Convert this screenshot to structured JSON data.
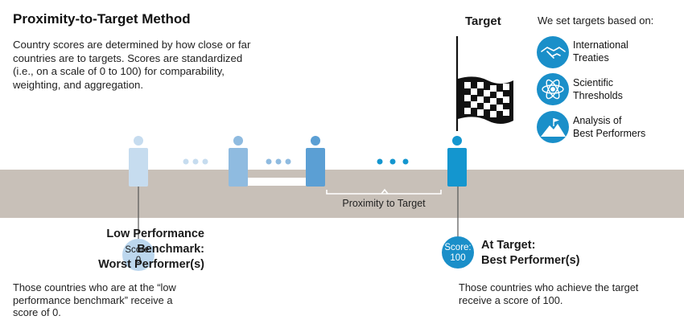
{
  "header": {
    "title": "Proximity-to-Target Method",
    "description": "Country scores are determined by how close or far countries are to targets. Scores are standardized (i.e., on a scale of 0 to 100) for comparability, weighting, and aggregation."
  },
  "target": {
    "title": "Target"
  },
  "targets_panel": {
    "heading": "We set targets based on:",
    "items": [
      {
        "icon": "handshake-icon",
        "line1": "International",
        "line2": "Treaties"
      },
      {
        "icon": "atom-icon",
        "line1": "Scientific",
        "line2": "Thresholds"
      },
      {
        "icon": "summit-flag-icon",
        "line1": "Analysis of",
        "line2": "Best Performers"
      }
    ]
  },
  "proximity": {
    "label": "Proximity to Target"
  },
  "low_benchmark": {
    "title_line1": "Low Performance",
    "title_line2": "Benchmark:",
    "title_line3": "Worst Performer(s)",
    "score_label": "Score:",
    "score_value": "0",
    "description": "Those countries who are at the “low performance benchmark” receive a score of 0."
  },
  "best": {
    "title_line1": "At Target:",
    "title_line2": "Best Performer(s)",
    "score_label": "Score:",
    "score_value": "100",
    "description": "Those countries who achieve the target receive a score of 100."
  },
  "colors": {
    "ground": "#c8c0b8",
    "person_light": "#c6dcef",
    "person_mid": "#8fbbe0",
    "person_darker": "#5b9fd4",
    "person_target": "#1496cf",
    "score_low": "#bcd7ee",
    "score_high": "#1a8fc9",
    "icon_circle": "#1a8fc9"
  }
}
